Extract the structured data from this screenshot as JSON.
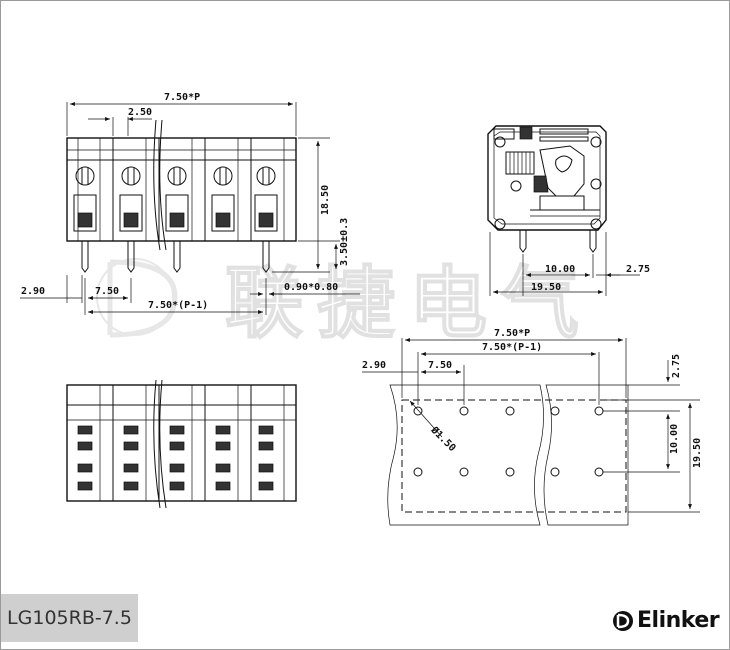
{
  "model": "LG105RB-7.5",
  "brand": "Elinker",
  "watermark": "联捷电气",
  "top_view": {
    "pitch_total": "7.50*P",
    "half_pitch": "2.50",
    "height": "18.50",
    "pin_length": "3.50±0.3",
    "edge_offset": "2.90",
    "pitch": "7.50",
    "pin_section": "0.90*0.80",
    "pitch_span": "7.50*(P-1)"
  },
  "side_view": {
    "depth_a": "10.00",
    "depth_b": "2.75",
    "depth_total": "19.50"
  },
  "pcb_layout": {
    "pitch_total": "7.50*P",
    "pitch_span": "7.50*(P-1)",
    "edge_offset": "2.90",
    "pitch": "7.50",
    "hole_dia": "Ø1.50",
    "offset_top": "2.75",
    "row_spacing": "10.00",
    "depth_total": "19.50"
  }
}
